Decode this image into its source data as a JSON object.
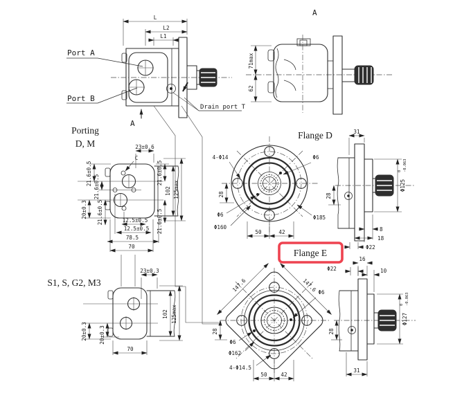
{
  "colors": {
    "line": "#2d2d2d",
    "dim": "#1e1e1e",
    "highlight": "#ee4350",
    "background": "#ffffff"
  },
  "side_view": {
    "dim_l": "L",
    "dim_l2": "L2",
    "dim_l1": "L1",
    "port_a": "Port A",
    "port_b": "Port B",
    "drain_port": "Drain port T",
    "section_label": "A"
  },
  "rear_view": {
    "title": "A",
    "dim_71": "71max",
    "dim_62": "62"
  },
  "porting": {
    "title_line1": "Porting",
    "title_line2": "D, M",
    "dim_23": "23±0.6",
    "hole_c": "C",
    "dim_left_1": "21.6±0.5",
    "dim_left_2": "21.6±0.5",
    "dim_left_3": "20±0.3",
    "dim_left_4": "21.6±0.5",
    "dim_right_1": "21.6±0.5",
    "dim_right_2": "102",
    "dim_right_3": "125max",
    "dim_right_4": "21.6±0.5",
    "dim_bottom_1": "12.5±0.5",
    "dim_bottom_2": "12.5±0.5",
    "dim_bottom_3": "78.5",
    "dim_bottom_4": "70"
  },
  "flange_d": {
    "title": "Flange D",
    "dim_bolt_holes": "4-Φ14",
    "dim_pin_top": "Φ6",
    "dim_offset": "28",
    "dim_pin_bottom": "Φ6",
    "dim_pilot": "Φ160",
    "dim_od": "Φ185",
    "dim_span_50": "50",
    "dim_span_42": "42"
  },
  "flange_d_side": {
    "dim_31": "31",
    "dim_28": "28",
    "dim_dia": "Φ125",
    "tol_upper": "0",
    "tol_lower": "-0.063",
    "dim_8": "8",
    "dim_18": "18",
    "dim_22": "Φ22"
  },
  "flange_e": {
    "title": "Flange E",
    "dim_diag_left": "147.6",
    "dim_diag_right": "147.6",
    "dim_pin_right": "Φ6",
    "dim_pin_left": "Φ6",
    "dim_pilot": "Φ162",
    "dim_bolt_holes": "4-Φ14.5",
    "dim_span_50": "50",
    "dim_span_42": "42",
    "dim_offset_left": "28",
    "dim_offset_right": "28"
  },
  "flange_e_side": {
    "dim_22": "Φ22",
    "dim_16": "16",
    "dim_10": "10",
    "dim_dia": "Φ127",
    "tol_upper": "0",
    "tol_lower": "-0.063",
    "dim_31": "31"
  },
  "s_series": {
    "title": "S1, S, G2, M3",
    "dim_23": "23±0.3",
    "dim_left_1": "20±0.3",
    "dim_left_2": "20±0.3",
    "dim_right_1": "102",
    "dim_right_2": "125max",
    "dim_70": "70"
  }
}
